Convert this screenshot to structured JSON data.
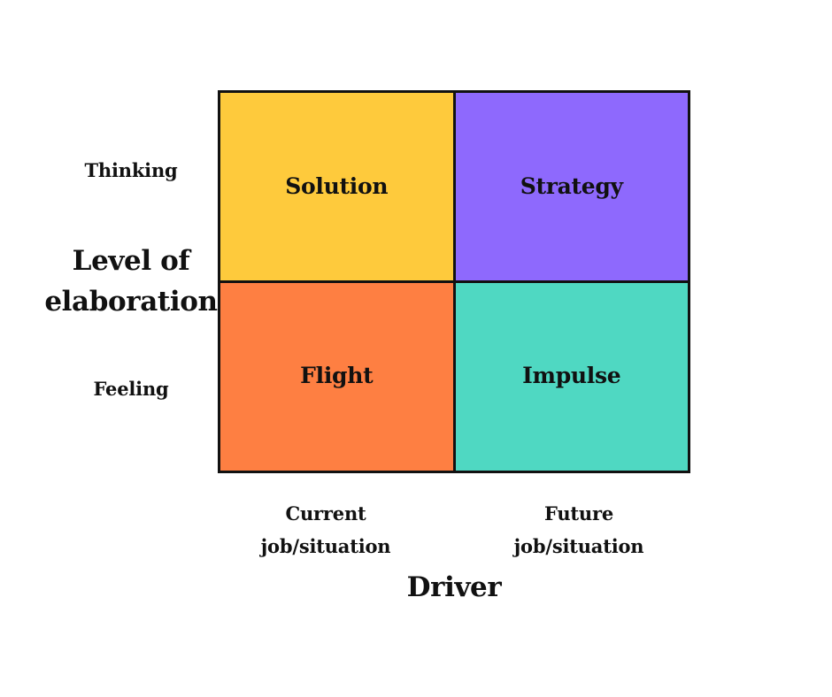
{
  "y_axis": {
    "title_line1": "Level of",
    "title_line2": "elaboration",
    "ticks": [
      "Thinking",
      "Feeling"
    ]
  },
  "x_axis": {
    "title": "Driver",
    "ticks": [
      {
        "line1": "Current",
        "line2": "job/situation"
      },
      {
        "line1": "Future",
        "line2": "job/situation"
      }
    ]
  },
  "quadrants": [
    {
      "label": "Solution",
      "color": "#FECA3C"
    },
    {
      "label": "Strategy",
      "color": "#8E69FD"
    },
    {
      "label": "Flight",
      "color": "#FE7F42"
    },
    {
      "label": "Impulse",
      "color": "#4FD8C2"
    }
  ],
  "border_color": "#111111"
}
